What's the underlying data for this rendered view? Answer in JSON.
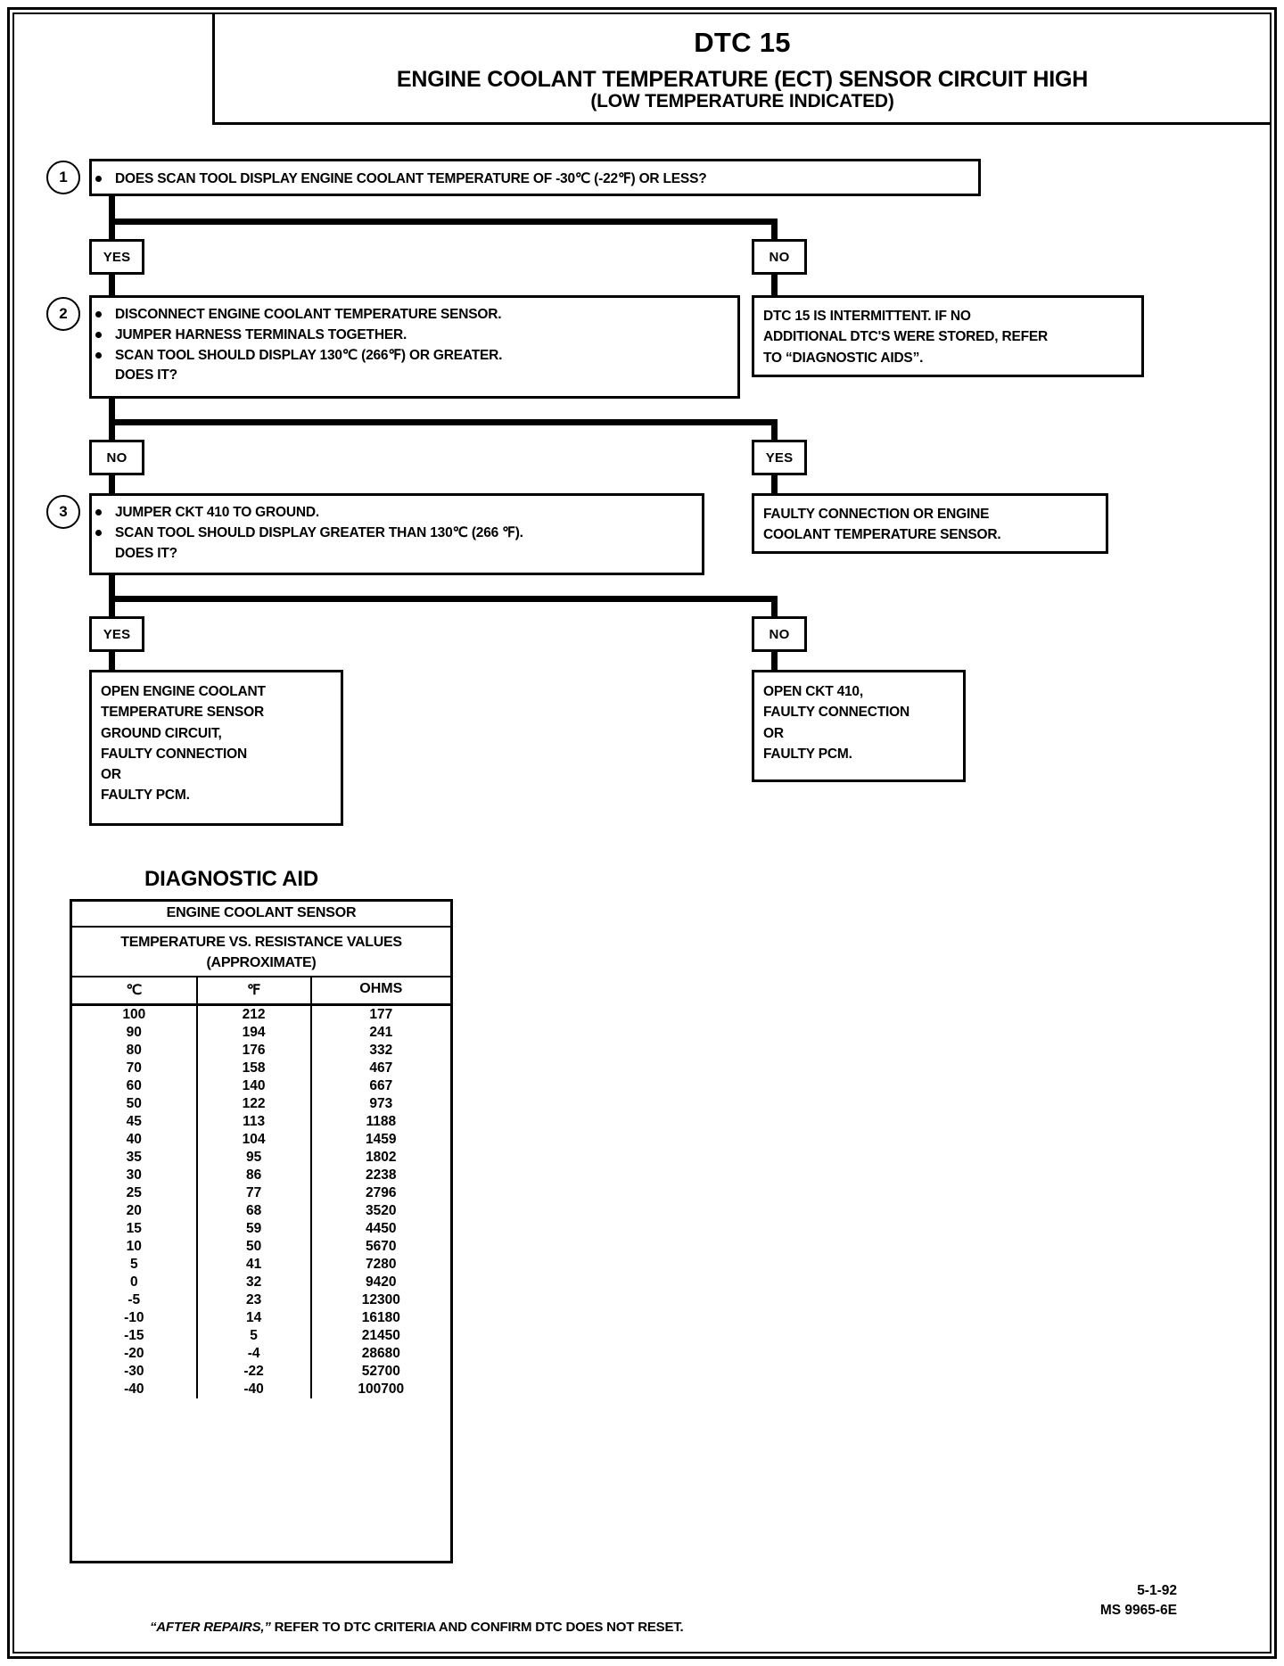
{
  "header": {
    "dtc_code": "DTC 15",
    "title_line1": "ENGINE COOLANT TEMPERATURE (ECT) SENSOR CIRCUIT HIGH",
    "title_line2": "(LOW TEMPERATURE INDICATED)"
  },
  "steps": {
    "step1": {
      "number": "1",
      "bullets": [
        "DOES  SCAN TOOL DISPLAY ENGINE COOLANT TEMPERATURE OF -30℃ (-22℉) OR LESS?"
      ]
    },
    "step2": {
      "number": "2",
      "bullets": [
        "DISCONNECT ENGINE COOLANT TEMPERATURE SENSOR.",
        "JUMPER HARNESS TERMINALS TOGETHER.",
        "SCAN TOOL SHOULD DISPLAY 130℃ (266℉) OR GREATER."
      ],
      "continuation": "DOES IT?"
    },
    "step3": {
      "number": "3",
      "bullets": [
        "JUMPER CKT 410 TO GROUND.",
        "SCAN TOOL SHOULD DISPLAY GREATER THAN 130℃ (266 ℉)."
      ],
      "continuation": "DOES IT?"
    }
  },
  "branches": {
    "b1_yes": "YES",
    "b1_no": "NO",
    "b2_no": "NO",
    "b2_yes": "YES",
    "b3_yes": "YES",
    "b3_no": "NO"
  },
  "results": {
    "intermittent": [
      "DTC 15 IS INTERMITTENT.  IF NO",
      "ADDITIONAL DTC'S WERE STORED,  REFER",
      "TO “DIAGNOSTIC AIDS”."
    ],
    "faulty_connection": [
      "FAULTY CONNECTION OR ENGINE",
      "COOLANT TEMPERATURE SENSOR."
    ],
    "open_ground": [
      "OPEN ENGINE COOLANT",
      "TEMPERATURE SENSOR",
      "GROUND CIRCUIT,",
      "FAULTY CONNECTION",
      "OR",
      "FAULTY PCM."
    ],
    "open_ckt410": [
      "OPEN CKT  410,",
      "FAULTY CONNECTION",
      "OR",
      "FAULTY PCM."
    ]
  },
  "diagnostic_aid": {
    "title": "DIAGNOSTIC AID",
    "table_title": "ENGINE COOLANT SENSOR",
    "table_subtitle_line1": "TEMPERATURE VS. RESISTANCE VALUES",
    "table_subtitle_line2": "(APPROXIMATE)",
    "columns": [
      "℃",
      "℉",
      "OHMS"
    ],
    "rows": [
      [
        "100",
        "212",
        "177"
      ],
      [
        "90",
        "194",
        "241"
      ],
      [
        "80",
        "176",
        "332"
      ],
      [
        "70",
        "158",
        "467"
      ],
      [
        "60",
        "140",
        "667"
      ],
      [
        "50",
        "122",
        "973"
      ],
      [
        "45",
        "113",
        "1188"
      ],
      [
        "40",
        "104",
        "1459"
      ],
      [
        "35",
        "95",
        "1802"
      ],
      [
        "30",
        "86",
        "2238"
      ],
      [
        "25",
        "77",
        "2796"
      ],
      [
        "20",
        "68",
        "3520"
      ],
      [
        "15",
        "59",
        "4450"
      ],
      [
        "10",
        "50",
        "5670"
      ],
      [
        "5",
        "41",
        "7280"
      ],
      [
        "0",
        "32",
        "9420"
      ],
      [
        "-5",
        "23",
        "12300"
      ],
      [
        "-10",
        "14",
        "16180"
      ],
      [
        "-15",
        "5",
        "21450"
      ],
      [
        "-20",
        "-4",
        "28680"
      ],
      [
        "-30",
        "-22",
        "52700"
      ],
      [
        "-40",
        "-40",
        "100700"
      ]
    ]
  },
  "footer": {
    "note_italic": "“AFTER REPAIRS,”",
    "note_rest": " REFER TO DTC CRITERIA  AND CONFIRM DTC DOES NOT RESET.",
    "date": "5-1-92",
    "doc_id": "MS 9965-6E"
  },
  "chart_data": {
    "type": "table",
    "title": "ENGINE COOLANT SENSOR TEMPERATURE VS. RESISTANCE VALUES (APPROXIMATE)",
    "columns": [
      "℃",
      "℉",
      "OHMS"
    ],
    "celsius": [
      100,
      90,
      80,
      70,
      60,
      50,
      45,
      40,
      35,
      30,
      25,
      20,
      15,
      10,
      5,
      0,
      -5,
      -10,
      -15,
      -20,
      -30,
      -40
    ],
    "fahrenheit": [
      212,
      194,
      176,
      158,
      140,
      122,
      113,
      104,
      95,
      86,
      77,
      68,
      59,
      50,
      41,
      32,
      23,
      14,
      5,
      -4,
      -22,
      -40
    ],
    "ohms": [
      177,
      241,
      332,
      467,
      667,
      973,
      1188,
      1459,
      1802,
      2238,
      2796,
      3520,
      4450,
      5670,
      7280,
      9420,
      12300,
      16180,
      21450,
      28680,
      52700,
      100700
    ],
    "xlabel": "Temperature",
    "ylabel": "Resistance (Ohms)"
  }
}
